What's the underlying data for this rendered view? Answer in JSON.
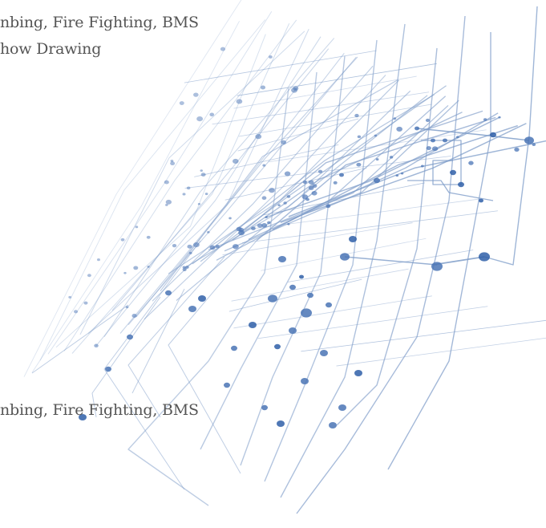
{
  "text_lines": [
    "nbing, Fire Fighting, BMS",
    "how Drawing",
    "nbing, Fire Fighting, BMS"
  ],
  "graphic": {
    "name": "circuit-network-illustration",
    "line_color": "#7f9dc9",
    "node_color": "#4a74b5",
    "node_dark_color": "#2f5fa8"
  }
}
